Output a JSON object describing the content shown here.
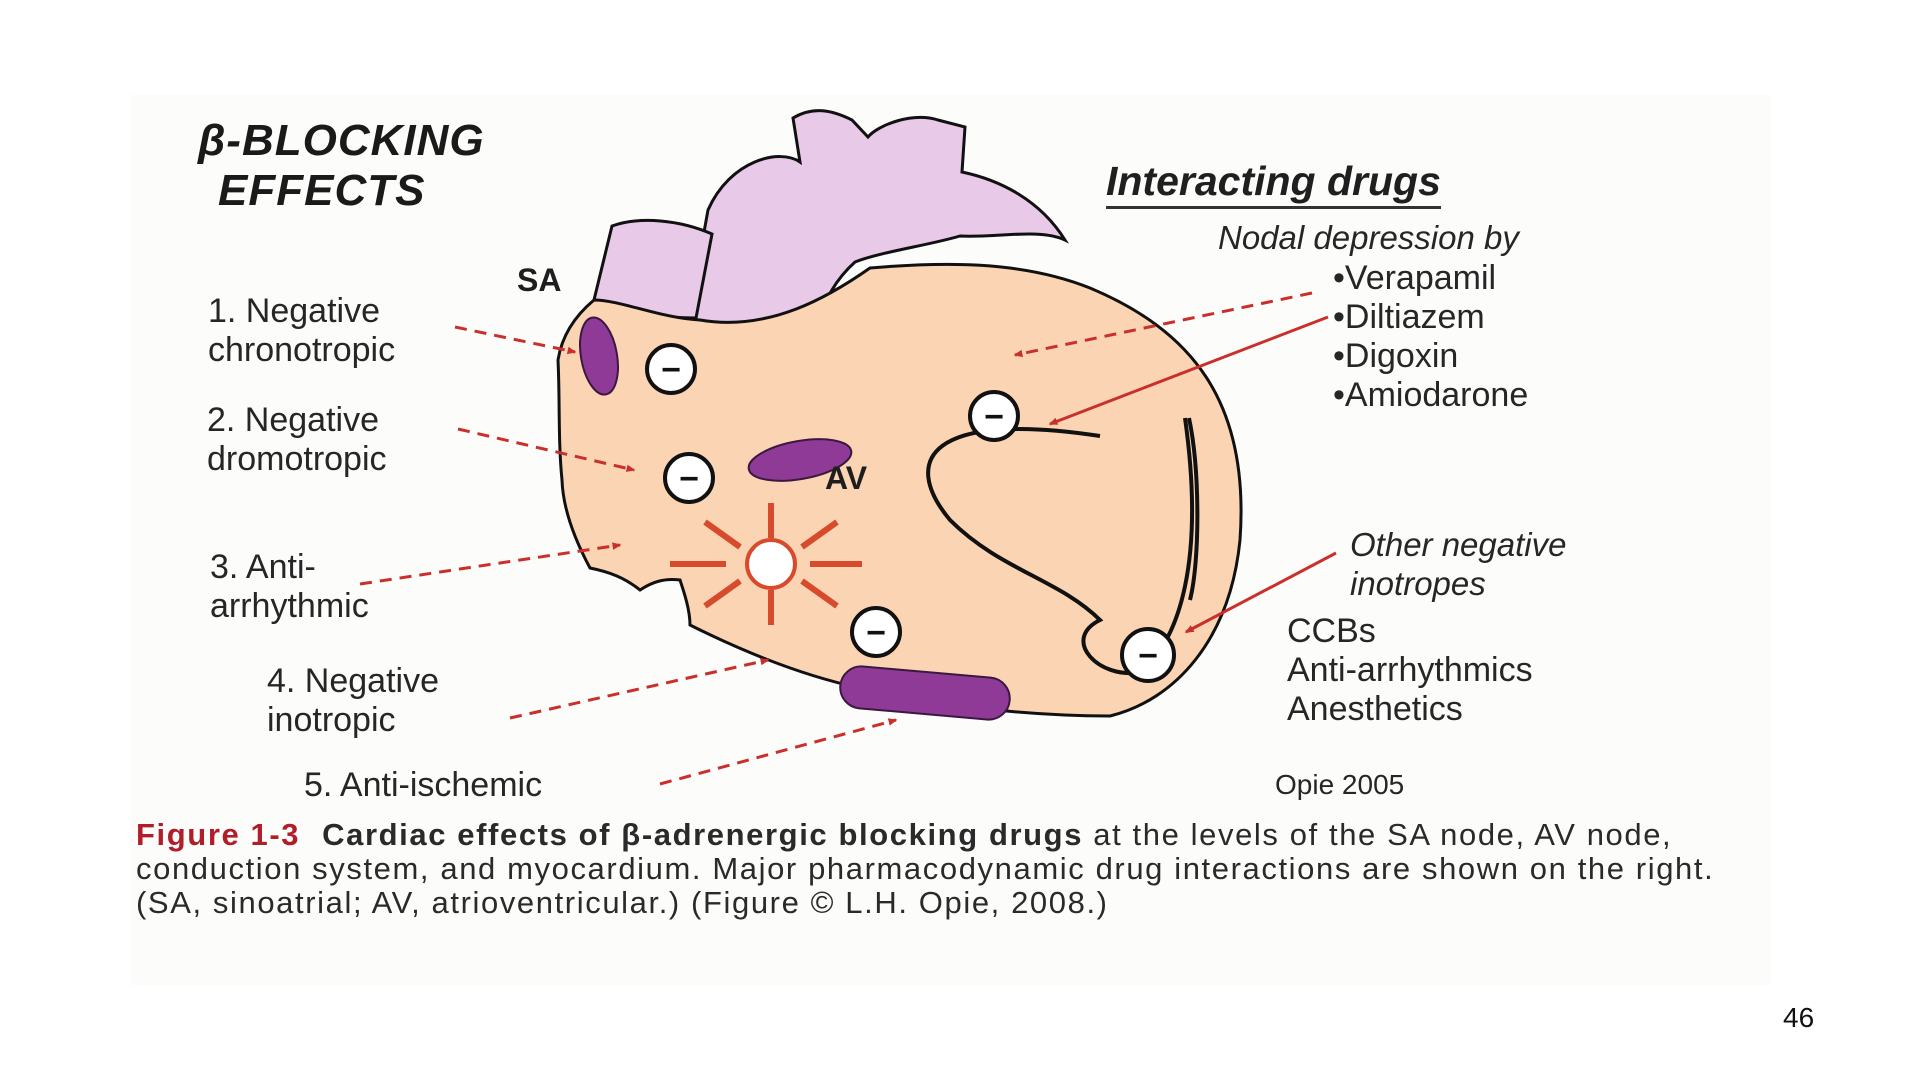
{
  "colors": {
    "heart_fill": "#fbd4b4",
    "vessel_fill": "#e8c9e8",
    "node_fill": "#8e3a96",
    "arrow_red": "#c9302c",
    "caption_red": "#b01e2a"
  },
  "diagram": {
    "title_line1": "β-BLOCKING",
    "title_line2": "EFFECTS",
    "sa_label": "SA",
    "av_label": "AV",
    "effects": [
      {
        "line1": "1. Negative",
        "line2": "chronotropic"
      },
      {
        "line1": "2. Negative",
        "line2": "dromotropic"
      },
      {
        "line1": "3. Anti-",
        "line2": "arrhythmic"
      },
      {
        "line1": "4. Negative",
        "line2": "inotropic"
      },
      {
        "line1": "5. Anti-ischemic"
      }
    ],
    "interacting_title": "Interacting drugs",
    "nodal_heading": "Nodal depression by",
    "nodal_drugs": [
      "•Verapamil",
      "•Diltiazem",
      "•Digoxin",
      "•Amiodarone"
    ],
    "other_heading_line1": "Other negative",
    "other_heading_line2": "inotropes",
    "other_drugs": [
      "CCBs",
      "Anti-arrhythmics",
      "Anesthetics"
    ],
    "credit": "Opie 2005",
    "minus_signs": [
      "−",
      "−",
      "−",
      "−",
      "−"
    ]
  },
  "caption": {
    "figure_number": "Figure 1-3",
    "bold_text": "Cardiac effects of β-adrenergic blocking drugs",
    "body_text": " at the levels of the SA node, AV node, conduction system, and myocardium. Major pharmacodynamic drug interactions are shown on the right. (SA, sinoatrial; AV, atrioventricular.) (Figure © L.H. Opie, 2008.)"
  },
  "page_number": "46"
}
